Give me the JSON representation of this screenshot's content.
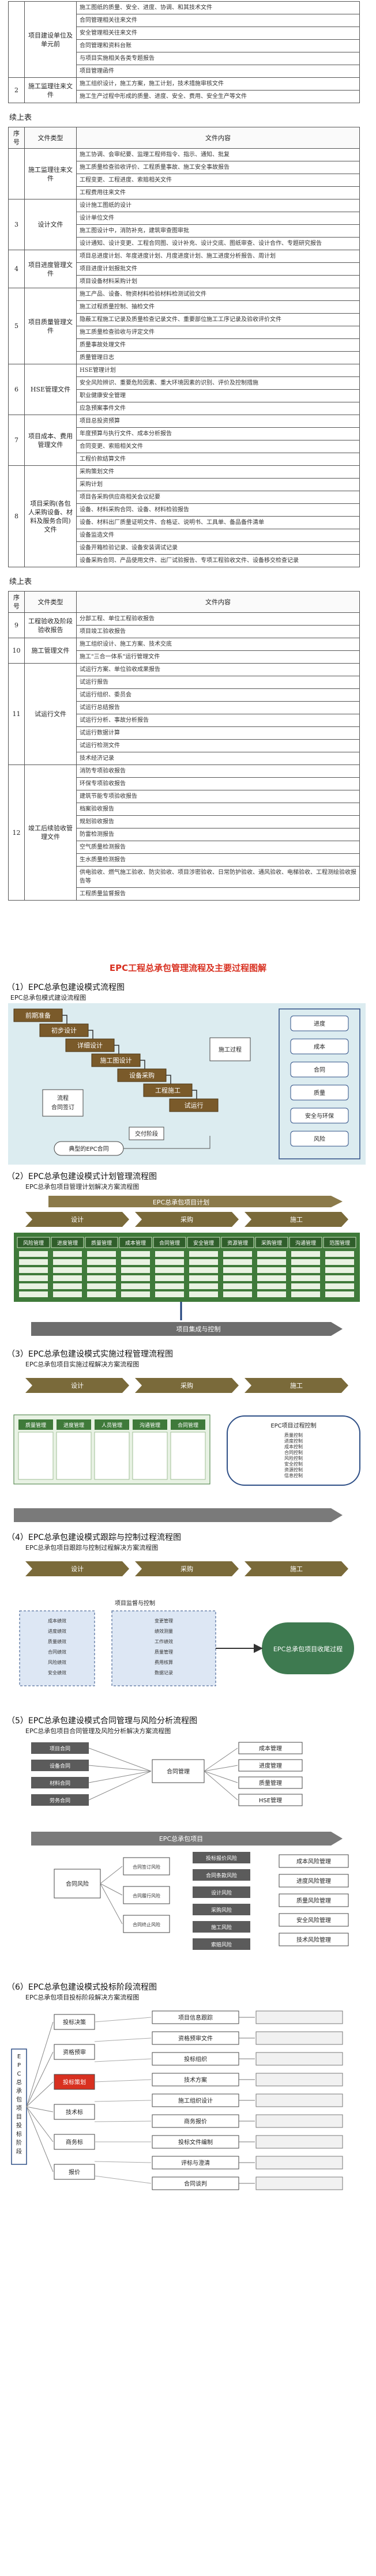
{
  "table_top": {
    "rows": [
      {
        "num": "",
        "cat": "项目建设单位及单元前",
        "contents": [
          "施工图纸的质量、安全、进度、协调、和其技术文件",
          "合同管理相关往来文件",
          "安全管理相关往来文件",
          "合同管理和资料台账",
          "与项目实施相关各类专题报告",
          "项目管理函件"
        ]
      },
      {
        "num": "2",
        "cat": "施工监理往来文件",
        "contents": [
          "施工组织设计，施工方案，施工计划，技术措施审核文件",
          "施工生产过程中形成的质量、进度、安全、费用、安全生产等文件"
        ]
      }
    ]
  },
  "cont1": "续上表",
  "table_mid": {
    "headers": [
      "序号",
      "文件类型",
      "文件内容"
    ],
    "rows": [
      {
        "num": "",
        "cat": "施工监理往来文件",
        "contents": [
          "施工协调、会审纪要、监理工程师指令、指示、通知、批复",
          "施工质量检查验收评价、工程质量事故、施工安全事故报告",
          "工程变更、工程进度、索赔相关文件",
          "工程费用往来文件"
        ]
      },
      {
        "num": "3",
        "cat": "设计文件",
        "contents": [
          "设计施工图纸的设计",
          "设计单位文件",
          "施工图设计中，消防补充，建筑审查图审批",
          "设计通知、设计变更、工程合同图、设计补充、设计交底、图纸审查、设计合作、专题研究报告"
        ]
      },
      {
        "num": "4",
        "cat": "项目进度管理文件",
        "contents": [
          "项目总进度计划、年度进度计划、月度进度计划、施工进度分析报告、周计划",
          "项目进度计划报批文件",
          "项目设备材料采购计划"
        ]
      },
      {
        "num": "5",
        "cat": "项目质量管理文件",
        "contents": [
          "施工产品、设备、物资材料检验材料检测试验文件",
          "施工过程质量控制、抽检文件",
          "隐蔽工程施工记录及质量检查记录文件、重要部位施工工序记录及验收评价文件",
          "施工质量检查验收与评定文件",
          "质量事故处理文件",
          "质量管理日志"
        ]
      },
      {
        "num": "6",
        "cat": "HSE管理文件",
        "contents": [
          "HSE管理计划",
          "安全风险辨识、重要危险因素、重大环境因素的识别、评价及控制措施",
          "职业健康安全管理",
          "应急预案事件文件"
        ]
      },
      {
        "num": "7",
        "cat": "项目成本、费用管理文件",
        "contents": [
          "项目总投资预算",
          "年度预算与执行文件、成本分析报告",
          "合同变更、索赔相关文件",
          "工程价款结算文件"
        ]
      },
      {
        "num": "8",
        "cat": "项目采购(各包人采购设备、材料及服务合同)文件",
        "contents": [
          "采购策划文件",
          "采购计划",
          "项目各采购供应商相关会议纪要",
          "设备、材料采购合同、设备、材料检验报告",
          "设备、材料出厂质量证明文件、合格证、说明书、工具单、备品备件清单",
          "设备监造文件",
          "设备开箱检验记录、设备安装调试记录",
          "设备采购合同、产品使用文件、出厂试验报告、专项工程验收文件、设备移交检查记录"
        ]
      }
    ]
  },
  "cont2": "续上表",
  "table_bot": {
    "headers": [
      "序号",
      "文件类型",
      "文件内容"
    ],
    "rows": [
      {
        "num": "9",
        "cat": "工程验收及阶段验收报告",
        "contents": [
          "分部工程、单位工程验收报告",
          "项目竣工验收报告"
        ]
      },
      {
        "num": "10",
        "cat": "施工管理文件",
        "contents": [
          "施工组织设计、施工方案、技术交底",
          "施工\"三合一体系\"运行管理文件"
        ]
      },
      {
        "num": "11",
        "cat": "试运行文件",
        "contents": [
          "试运行方案、单位验收成果报告",
          "试运行报告",
          "试运行组织、委员会",
          "试运行总结报告",
          "试运行分析、事故分析报告",
          "试运行数据计算",
          "试运行检测文件",
          "技术经济记录"
        ]
      },
      {
        "num": "12",
        "cat": "竣工后续验收管理文件",
        "contents": [
          "消防专项验收报告",
          "环保专项验收报告",
          "建筑节能专项验收报告",
          "档案验收报告",
          "规划验收报告",
          "防雷检测报告",
          "空气质量检测报告",
          "生水质量检测报告",
          "供电验收、燃气施工验收、防灾验收、项目涉密验收、日常防护验收、通风验收、电梯验收、工程测绘验收报告等",
          "工程质量监督报告"
        ]
      }
    ]
  },
  "main_title": "EPC工程总承包管理流程及主要过程图解",
  "s1": {
    "title": "（1）EPC总承包建设模式流程图",
    "subtitle": "EPC总承包模式建设流程图",
    "boxes": [
      "前期准备",
      "初步设计",
      "详细设计",
      "施工图设计",
      "设备采购",
      "工程施工",
      "试运行"
    ],
    "left": [
      "流程",
      "合同签订"
    ],
    "right": [
      "进度",
      "成本",
      "合同",
      "质量",
      "安全与环保",
      "风险"
    ],
    "mid": [
      "施工过程"
    ],
    "bottom": [
      "典型的EPC合同",
      "交付阶段"
    ]
  },
  "s2": {
    "title": "（2）EPC总承包建设模式计划管理流程图",
    "subtitle": "EPC总承包项目管理计划解决方案流程图",
    "top_label": "EPC总承包项目计划",
    "phases": [
      "设计",
      "采购",
      "施工"
    ],
    "cols": [
      "风险管理",
      "进度管理",
      "质量管理",
      "成本管理",
      "合同管理",
      "安全管理",
      "资源管理",
      "采购管理",
      "沟通管理",
      "范围管理"
    ],
    "bottom_label": "项目集成与控制"
  },
  "s3": {
    "title": "（3）EPC总承包建设模式实施过程管理流程图",
    "subtitle": "EPC总承包项目实施过程解决方案流程图",
    "phases": [
      "设计",
      "采购",
      "施工"
    ],
    "groups": [
      "质量管理",
      "进度管理",
      "人员管理",
      "沟通管理",
      "合同管理"
    ],
    "panel_title": "EPC项目过程控制",
    "panel_items": [
      "质量控制",
      "进度控制",
      "成本控制",
      "合同控制",
      "风险控制",
      "安全控制",
      "资源控制",
      "信息控制"
    ]
  },
  "s4": {
    "title": "（4）EPC总承包建设模式跟踪与控制过程流程图",
    "subtitle": "EPC总承包项目跟踪与控制过程解决方案流程图",
    "phases": [
      "设计",
      "采购",
      "施工"
    ],
    "center": "项目监督与控制",
    "left_items": [
      "成本绩效",
      "进度绩效",
      "质量绩效",
      "合同绩效",
      "风险绩效",
      "安全绩效"
    ],
    "mid_items": [
      "变更管理",
      "绩效测量",
      "工作绩效",
      "质量管理",
      "费用核算",
      "数据记录"
    ],
    "right": "EPC总承包项目收尾过程"
  },
  "s5": {
    "title": "（5）EPC总承包建设模式合同管理与风险分析流程图",
    "subtitle": "EPC总承包项目合同管理及风险分析解决方案流程图",
    "top_left": [
      "项目合同",
      "设备合同",
      "材料合同",
      "劳务合同"
    ],
    "top_mid": "合同管理",
    "top_right": [
      "成本管理",
      "进度管理",
      "质量管理",
      "HSE管理"
    ],
    "bar": "EPC总承包项目",
    "risk": "合同风险",
    "bot_mid": [
      "合同签订风险",
      "合同履行风险",
      "合同终止风险"
    ],
    "bot_right": [
      "投标报价风险",
      "合同条款风险",
      "设计风险",
      "采购风险",
      "施工风险",
      "索赔风险"
    ],
    "bot_far": [
      "成本风险管理",
      "进度风险管理",
      "质量风险管理",
      "安全风险管理",
      "技术风险管理"
    ]
  },
  "s6": {
    "title": "（6）EPC总承包建设模式投标阶段流程图",
    "subtitle": "EPC总承包项目投标阶段解决方案流程图",
    "vertical": "EPC总承包项目投标阶段",
    "nodes": [
      "投标决策",
      "资格预审",
      "投标策划",
      "技术标",
      "商务标",
      "报价"
    ],
    "items": [
      "项目信息跟踪",
      "资格预审文件",
      "投标组织",
      "技术方案",
      "施工组织设计",
      "商务报价",
      "投标文件编制",
      "评标与澄清",
      "合同谈判"
    ]
  }
}
